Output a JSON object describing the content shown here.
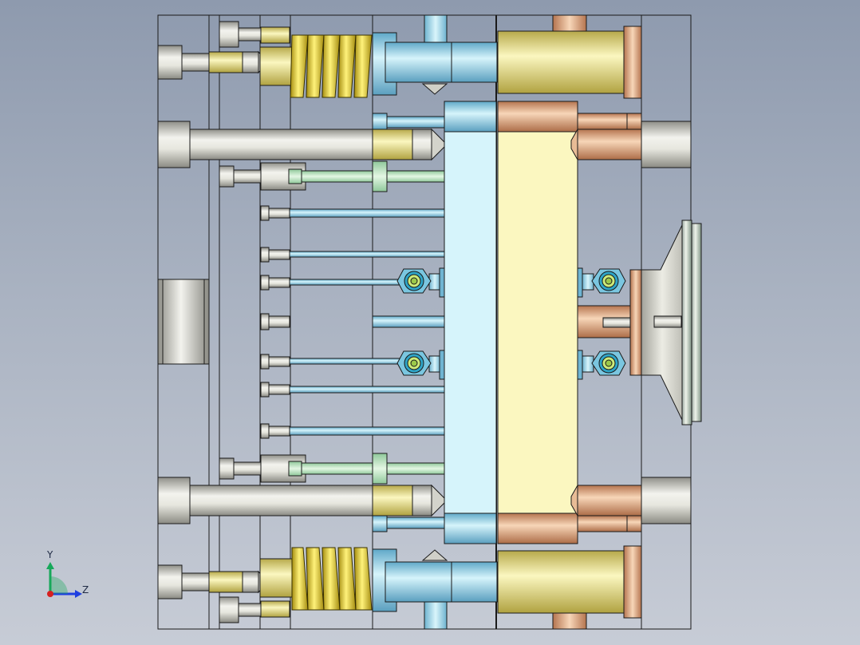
{
  "view": {
    "kind": "cad-assembly-side-view",
    "background_top": "#8e9aae",
    "background_bottom": "#c7ccd6",
    "outline_color": "#1a1a1a"
  },
  "triad": {
    "y_label": "Y",
    "z_label": "Z",
    "y_color": "#17a85a",
    "z_color": "#1f3fe0",
    "origin_color": "#d62020"
  },
  "colors": {
    "plate_grey": "#b4b9c2",
    "steel_light": "#f0f0ea",
    "steel_mid": "#c9c9c0",
    "steel_dark": "#8f8f88",
    "cyan_light": "#d6f4fb",
    "cyan_mid": "#9fd2e8",
    "cyan_dark": "#5fa8c8",
    "yellow_light": "#fbf7c0",
    "yellow_mid": "#e8df86",
    "yellow_dark": "#b7a94a",
    "spring_yellow": "#f2dc2a",
    "orange_light": "#f7d6b8",
    "orange_mid": "#e2a77e",
    "orange_dark": "#b5744f",
    "green_light": "#dff5df",
    "green_mid": "#a9dcaa"
  }
}
